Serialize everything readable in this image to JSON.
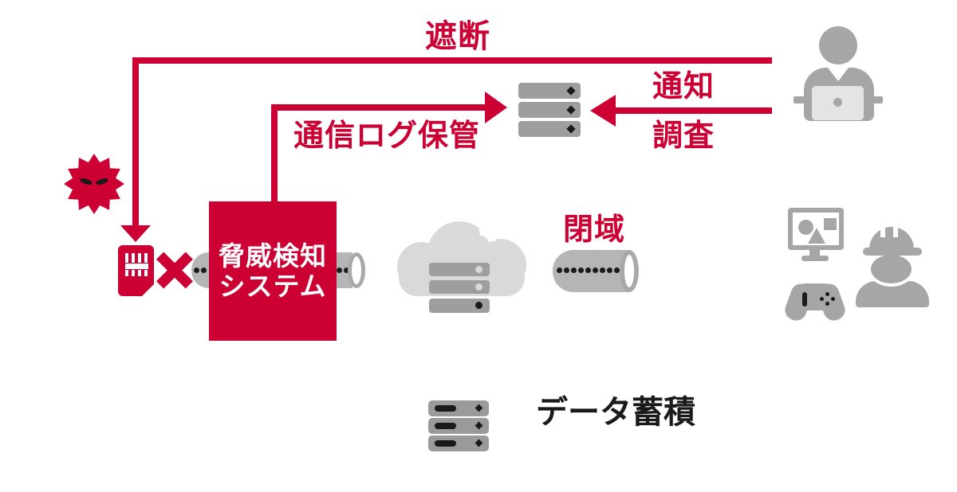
{
  "title": "threat-detection-network-diagram",
  "labels": {
    "block": "遮断",
    "notify": "通知",
    "investigate": "調査",
    "log_storage": "通信ログ保管",
    "closed_network": "閉域",
    "threat_system_line1": "脅威検知",
    "threat_system_line2": "システム",
    "data_accumulation": "データ蓄積"
  },
  "colors": {
    "accent_red": "#cc0033",
    "icon_gray": "#a6a6a6",
    "cloud_gray": "#d9d9d9",
    "server_gray": "#9e9e9e",
    "pipe_gray": "#b5b5b5",
    "mark_dark": "#1a1a1a",
    "background": "#ffffff"
  },
  "icons": [
    {
      "name": "malware-icon",
      "glyph": "red spiky virus ball with angry eyes"
    },
    {
      "name": "sim-card-icon",
      "glyph": "red SIM card with white chip contacts"
    },
    {
      "name": "x-mark-icon",
      "glyph": "red cross (blocked)"
    },
    {
      "name": "tunnel-pipe-icon",
      "glyph": "gray tunnel pipe with dotted line"
    },
    {
      "name": "closed-tunnel-pipe-icon",
      "glyph": "gray tunnel pipe labeled closed network"
    },
    {
      "name": "cloud-server-icon",
      "glyph": "cloud with server rack inside"
    },
    {
      "name": "alert-server-icon",
      "glyph": "three-bar server rack"
    },
    {
      "name": "operator-icon",
      "glyph": "person working on laptop"
    },
    {
      "name": "graphics-monitor-icon",
      "glyph": "monitor with circle, square, triangle"
    },
    {
      "name": "gamepad-icon",
      "glyph": "game controller"
    },
    {
      "name": "worker-icon",
      "glyph": "construction worker with hard hat"
    },
    {
      "name": "storage-server-icon",
      "glyph": "database server block"
    }
  ]
}
